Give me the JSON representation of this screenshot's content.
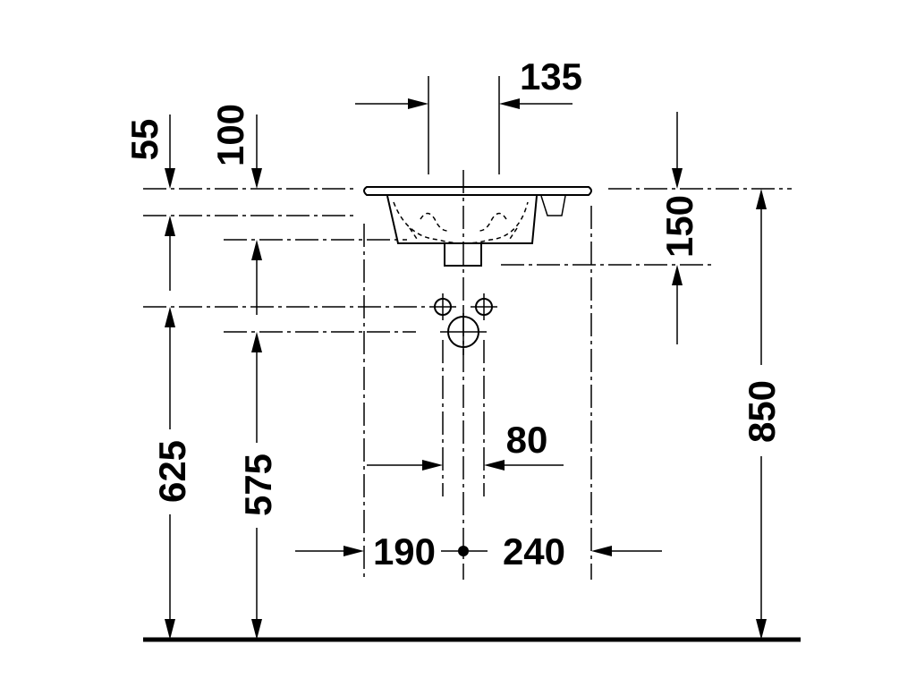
{
  "dimensions": {
    "d55": "55",
    "d100": "100",
    "d135": "135",
    "d150": "150",
    "d625": "625",
    "d575": "575",
    "d80": "80",
    "d190": "190",
    "d240": "240",
    "d850": "850"
  }
}
